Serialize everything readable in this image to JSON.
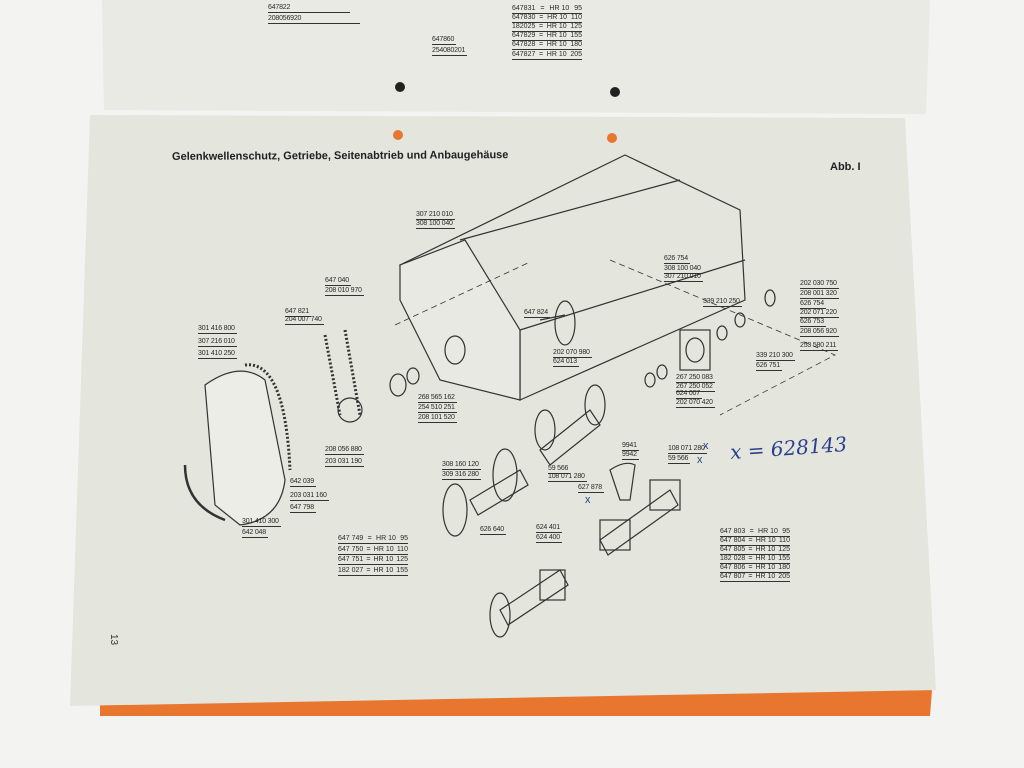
{
  "upper_page": {
    "labels": [
      "647822",
      "208056920",
      "647860",
      "254080201"
    ],
    "table": [
      {
        "part": "647831",
        "eq": "=",
        "model": "HR 10",
        "size": "95"
      },
      {
        "part": "647830",
        "eq": "=",
        "model": "HR 10",
        "size": "110"
      },
      {
        "part": "182025",
        "eq": "=",
        "model": "HR 10",
        "size": "125"
      },
      {
        "part": "647829",
        "eq": "=",
        "model": "HR 10",
        "size": "155"
      },
      {
        "part": "647828",
        "eq": "=",
        "model": "HR 10",
        "size": "180"
      },
      {
        "part": "647827",
        "eq": "=",
        "model": "HR 10",
        "size": "205"
      }
    ]
  },
  "page": {
    "title": "Gelenkwellenschutz, Getriebe, Seitenabtrieb und Anbaugehäuse",
    "figure": "Abb. I",
    "page_number": "13",
    "handwritten_note": "x = 628143",
    "handwritten_mark": "x",
    "colors": {
      "paper": "#e6e7e0",
      "ink": "#2a2a2a",
      "cover_orange": "#e8762e",
      "pen": "#2b3f8c"
    }
  },
  "labels": [
    "307 210 010",
    "308 100 040",
    "647 040",
    "208 010 970",
    "647 821",
    "204 007 740",
    "301 416 800",
    "307 216 010",
    "301 410 250",
    "268 565 162",
    "254 510 251",
    "208 101 520",
    "208 056 880",
    "203 031 190",
    "642 039",
    "203 031 160",
    "647 798",
    "301 410 300",
    "642 048",
    "626 754",
    "308 100 040",
    "307 210 010",
    "647 824",
    "202 070 980",
    "624 013",
    "339 210 250",
    "202 030 750",
    "208 001 320",
    "626 754",
    "202 071 220",
    "626 753",
    "208 056 920",
    "253 580 211",
    "339 210 300",
    "626 751",
    "267 250 083",
    "267 250 052",
    "624 007",
    "202 070 420",
    "308 160 120",
    "309 316 280",
    "59 566",
    "108 071 280",
    "627 878",
    "626 640",
    "624 401",
    "624 400",
    "9941",
    "9942",
    "108 071 280",
    "59 566"
  ],
  "table_left": [
    {
      "part": "647 749",
      "eq": "=",
      "model": "HR 10",
      "size": "95"
    },
    {
      "part": "647 750",
      "eq": "=",
      "model": "HR 10",
      "size": "110"
    },
    {
      "part": "647 751",
      "eq": "=",
      "model": "HR 10",
      "size": "125"
    },
    {
      "part": "182 027",
      "eq": "=",
      "model": "HR 10",
      "size": "155"
    }
  ],
  "table_right": [
    {
      "part": "647 803",
      "eq": "=",
      "model": "HR 10",
      "size": "95"
    },
    {
      "part": "647 804",
      "eq": "=",
      "model": "HR 10",
      "size": "110"
    },
    {
      "part": "647 805",
      "eq": "=",
      "model": "HR 10",
      "size": "125"
    },
    {
      "part": "182 028",
      "eq": "=",
      "model": "HR 10",
      "size": "155"
    },
    {
      "part": "647 806",
      "eq": "=",
      "model": "HR 10",
      "size": "180"
    },
    {
      "part": "647 807",
      "eq": "=",
      "model": "HR 10",
      "size": "205"
    }
  ]
}
